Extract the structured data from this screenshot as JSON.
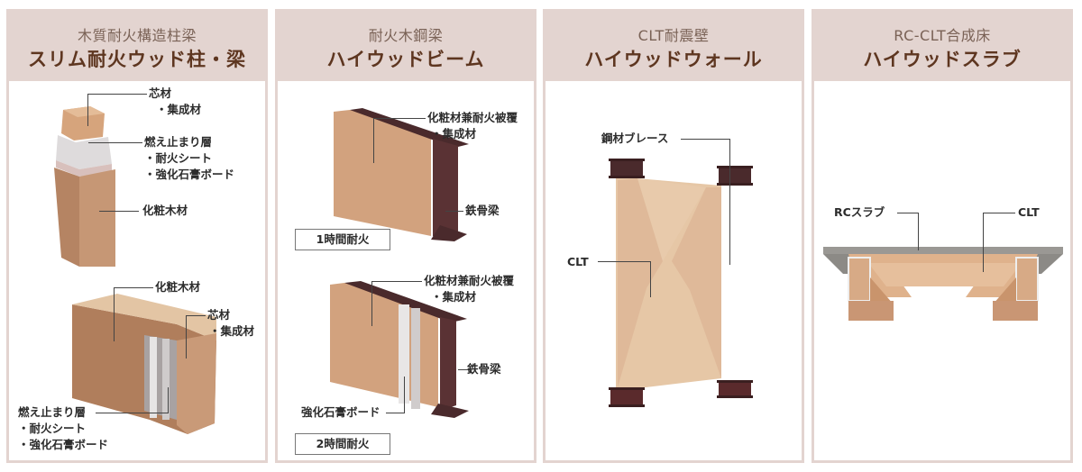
{
  "panels": [
    {
      "subtitle": "木質耐火構造柱梁",
      "title": "スリム耐火ウッド柱・梁",
      "column_labels": {
        "core": "芯材",
        "core_sub": "・集成材",
        "fire_stop": "燃え止まり層",
        "fire_stop_sub1": "・耐火シート",
        "fire_stop_sub2": "・強化石膏ボード",
        "face": "化粧木材"
      },
      "beam_labels": {
        "face": "化粧木材",
        "core": "芯材",
        "core_sub": "・集成材",
        "fire_stop": "燃え止まり層",
        "fire_stop_sub1": "・耐火シート",
        "fire_stop_sub2": "・強化石膏ボード"
      }
    },
    {
      "subtitle": "耐火木鋼梁",
      "title": "ハイウッドビーム",
      "beam1": {
        "cover": "化粧材兼耐火被覆",
        "cover_sub": "・集成材",
        "steel": "鉄骨梁",
        "rating": "1時間耐火"
      },
      "beam2": {
        "cover": "化粧材兼耐火被覆",
        "cover_sub": "・集成材",
        "steel": "鉄骨梁",
        "board": "強化石膏ボード",
        "rating": "2時間耐火"
      }
    },
    {
      "subtitle": "CLT耐震壁",
      "title": "ハイウッドウォール",
      "labels": {
        "brace": "鋼材ブレース",
        "clt": "CLT"
      }
    },
    {
      "subtitle": "RC-CLT合成床",
      "title": "ハイウッドスラブ",
      "labels": {
        "rc_slab": "RCスラブ",
        "clt": "CLT"
      }
    }
  ],
  "colors": {
    "header_bg": "#e3d4d0",
    "title": "#5e3620",
    "subtitle": "#7a6256",
    "wood": "#c9946c",
    "light_wood": "#e8c7a4",
    "steel": "#4a2a2c",
    "gypsum": "#dcd8d8",
    "concrete": "#8c8a86"
  }
}
